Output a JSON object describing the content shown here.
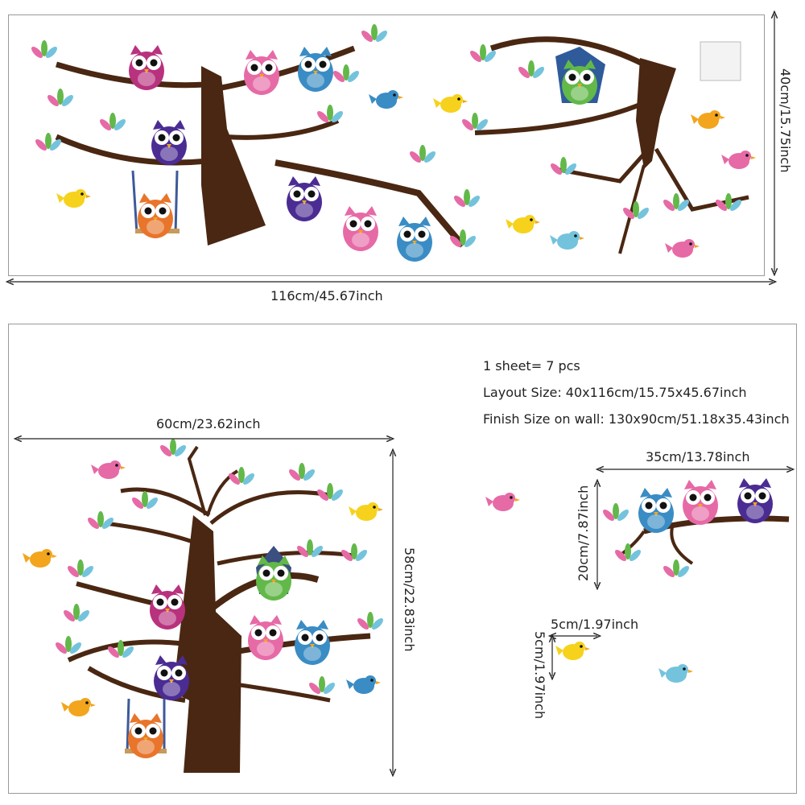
{
  "sheet": {
    "width_label": "116cm/45.67inch",
    "height_label": "40cm/15.75inch"
  },
  "wall": {
    "tree_width_label": "60cm/23.62inch",
    "tree_height_label": "58cm/22.83inch",
    "branch_width_label": "35cm/13.78inch",
    "branch_height_label": "20cm/7.87inch",
    "bird_width_label": "5cm/1.97inch",
    "bird_height_label": "5cm/1.97inch"
  },
  "info": {
    "pieces": "1 sheet= 7 pcs",
    "layout_size": "Layout Size: 40x116cm/15.75x45.67inch",
    "finish_size": "Finish Size on wall: 130x90cm/51.18x35.43inch"
  },
  "colors": {
    "trunk": "#4a2712",
    "pink": "#e66aa6",
    "blue": "#3a8cc4",
    "purple": "#4b2c93",
    "magenta": "#b8327e",
    "orange": "#e8752b",
    "yellow": "#f6d21c",
    "green": "#63b84a",
    "teal": "#74c3dd"
  }
}
